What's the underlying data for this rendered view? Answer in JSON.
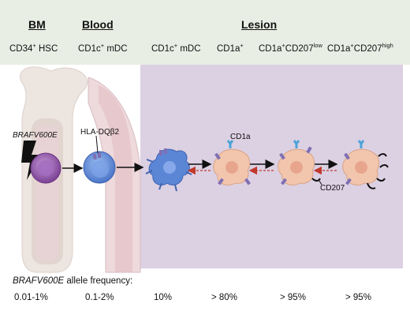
{
  "sections": {
    "bm": "BM",
    "blood": "Blood",
    "lesion": "Lesion"
  },
  "columns": [
    {
      "base": "CD34",
      "sup": "+",
      "rest": " HSC"
    },
    {
      "base": "CD1c",
      "sup": "+",
      "rest": " mDC"
    },
    {
      "base": "CD1c",
      "sup": "+",
      "rest": " mDC"
    },
    {
      "base": "CD1a",
      "sup": "+",
      "rest": ""
    },
    {
      "base": "CD1a",
      "sup": "+",
      "rest": "CD207",
      "sup2": "low"
    },
    {
      "base": "CD1a",
      "sup": "+",
      "rest": "CD207",
      "sup2": "high"
    }
  ],
  "labels": {
    "mutation": "BRAFV600E",
    "hla": "HLA-DQβ2",
    "cd1a": "CD1a",
    "cd207": "CD207"
  },
  "allele": {
    "italic": "BRAFV600E",
    "rest": " allele frequency:",
    "values": [
      "0.01-1%",
      "0.1-2%",
      "10%",
      "> 80%",
      "> 95%",
      "> 95%"
    ]
  },
  "colors": {
    "header_bg": "#e9eee4",
    "lesion_bg": "#dcd0e3",
    "hsc": "#8e4fa6",
    "mdc": "#5b86d6",
    "lc": "#f2c6ad",
    "nucleus": "#e8a58d",
    "cd1a": "#4aa3d8",
    "receptor": "#7f6fb3",
    "reverse_arrow": "#c0392b"
  }
}
